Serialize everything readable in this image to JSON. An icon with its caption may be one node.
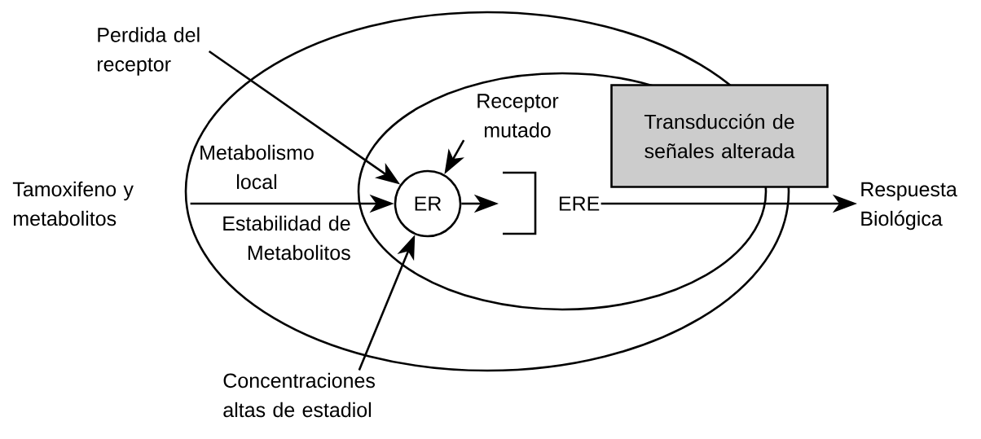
{
  "diagram": {
    "nodes": [
      {
        "text": [
          "Metabolismo local",
          "Estabilidad de Metabolitos"
        ]
      },
      {
        "text": [],
        "shape": "ellipse",
        "in": 0
      },
      {
        "text": [
          "ER"
        ],
        "in": 1
      },
      {
        "text": [
          "ERE"
        ],
        "in": 1
      },
      {
        "text": [
          "Transducción de señales alterada"
        ]
      },
      {
        "text": [
          "Perdida del receptor"
        ]
      },
      {
        "text": [
          "Receptor mutado"
        ],
        "in": 1
      },
      {
        "text": [
          "Tamoxifeno y metabolitos"
        ]
      },
      {
        "text": [
          "Concentraciones altas de estadiol"
        ]
      },
      {
        "text": [
          "Respuesta Biológica"
        ]
      }
    ],
    "edges": [
      {
        "from": 5,
        "to": 2,
        "arrow": "to"
      },
      {
        "from": 6,
        "to": 2,
        "arrow": "to"
      },
      {
        "from": 7,
        "to": 2,
        "arrow": "to"
      },
      {
        "from": 8,
        "to": 2,
        "arrow": "to"
      },
      {
        "from": 2,
        "to": 3,
        "arrow": "to"
      },
      {
        "from": 3,
        "to": 9,
        "arrow": "to"
      }
    ]
  }
}
